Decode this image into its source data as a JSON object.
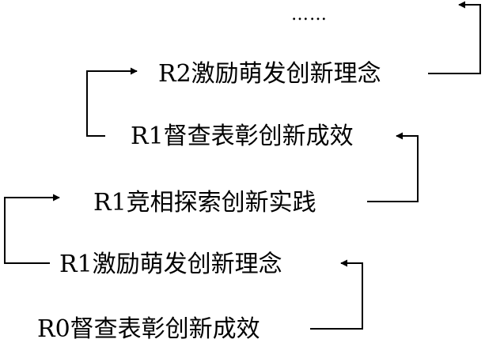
{
  "diagram": {
    "ellipsis": "……",
    "steps": [
      {
        "id": "r2-inspire",
        "label": "R2激励萌发创新理念"
      },
      {
        "id": "r1-inspect",
        "label": "R1督查表彰创新成效"
      },
      {
        "id": "r1-practice",
        "label": "R1竞相探索创新实践"
      },
      {
        "id": "r1-inspire",
        "label": "R1激励萌发创新理念"
      },
      {
        "id": "r0-inspect",
        "label": "R0督查表彰创新成效"
      }
    ],
    "line_color": "#000000"
  }
}
